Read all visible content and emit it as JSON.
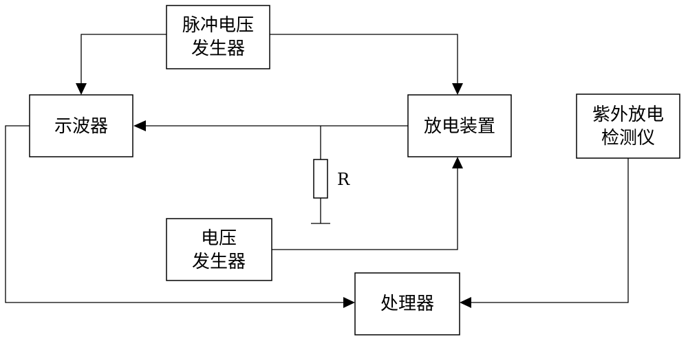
{
  "blocks": {
    "pulse_generator": {
      "lines": [
        "脉冲电压",
        "发生器"
      ]
    },
    "oscilloscope": {
      "lines": [
        "示波器"
      ]
    },
    "discharge_device": {
      "lines": [
        "放电装置"
      ]
    },
    "uv_detector": {
      "lines": [
        "紫外放电",
        "检测仪"
      ]
    },
    "voltage_generator": {
      "lines": [
        "电压",
        "发生器"
      ]
    },
    "processor": {
      "lines": [
        "处理器"
      ]
    }
  },
  "resistor": {
    "label": "R"
  },
  "colors": {
    "line": "#000000",
    "background": "#ffffff"
  }
}
